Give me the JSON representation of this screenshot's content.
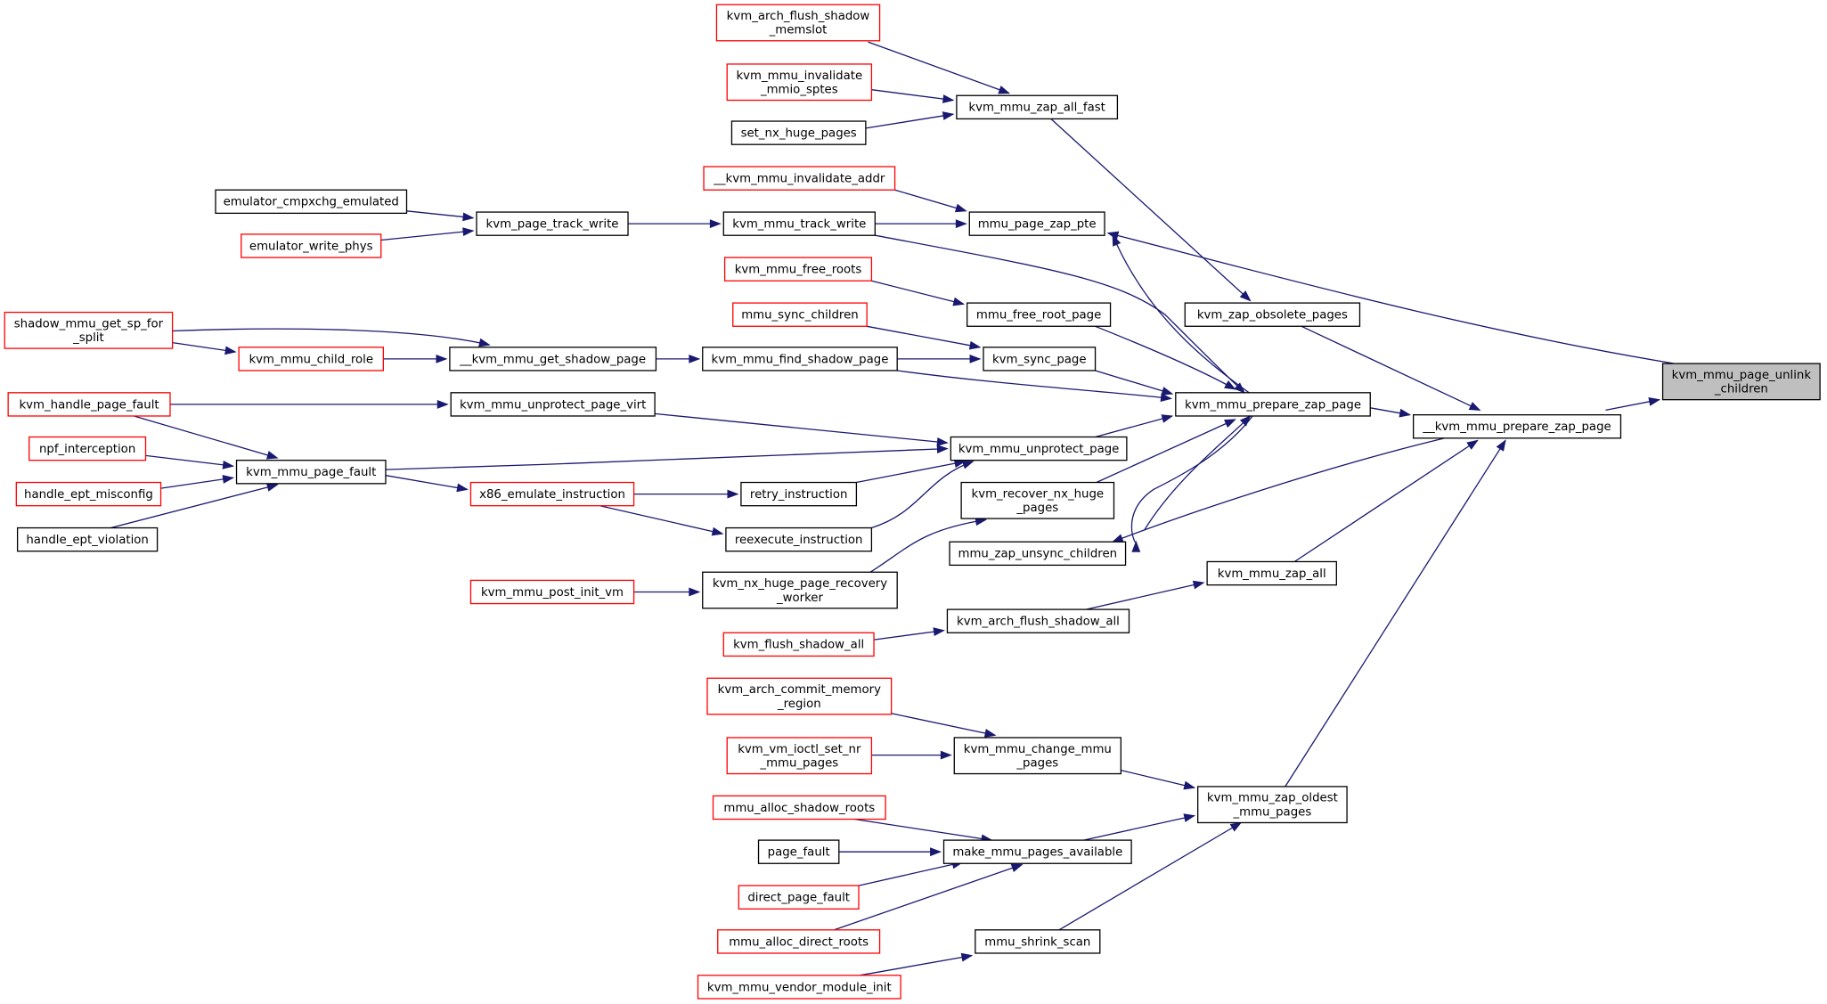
{
  "colors": {
    "edge": "#191970",
    "node_border": "#000000",
    "node_border_incomplete": "#ff0000",
    "root_fill": "#bfbfbf",
    "background": "#ffffff"
  },
  "nodes": [
    {
      "id": "root",
      "lines": [
        "kvm_mmu_page_unlink",
        "_children"
      ],
      "style": "root"
    },
    {
      "id": "prepare_zap_dunder",
      "lines": [
        "__kvm_mmu_prepare_zap_page"
      ],
      "style": "normal"
    },
    {
      "id": "prepare_zap",
      "lines": [
        "kvm_mmu_prepare_zap_page"
      ],
      "style": "normal"
    },
    {
      "id": "zap_obsolete",
      "lines": [
        "kvm_zap_obsolete_pages"
      ],
      "style": "normal"
    },
    {
      "id": "zap_all_fast",
      "lines": [
        "kvm_mmu_zap_all_fast"
      ],
      "style": "normal"
    },
    {
      "id": "flush_memslot",
      "lines": [
        "kvm_arch_flush_shadow",
        "_memslot"
      ],
      "style": "incomplete"
    },
    {
      "id": "invalidate_mmio",
      "lines": [
        "kvm_mmu_invalidate",
        "_mmio_sptes"
      ],
      "style": "incomplete"
    },
    {
      "id": "set_nx",
      "lines": [
        "set_nx_huge_pages"
      ],
      "style": "normal"
    },
    {
      "id": "invalidate_addr",
      "lines": [
        "__kvm_mmu_invalidate_addr"
      ],
      "style": "incomplete"
    },
    {
      "id": "zap_pte",
      "lines": [
        "mmu_page_zap_pte"
      ],
      "style": "normal"
    },
    {
      "id": "cmpxchg",
      "lines": [
        "emulator_cmpxchg_emulated"
      ],
      "style": "normal"
    },
    {
      "id": "track_write_page",
      "lines": [
        "kvm_page_track_write"
      ],
      "style": "normal"
    },
    {
      "id": "track_write_mmu",
      "lines": [
        "kvm_mmu_track_write"
      ],
      "style": "normal"
    },
    {
      "id": "write_phys",
      "lines": [
        "emulator_write_phys"
      ],
      "style": "incomplete"
    },
    {
      "id": "free_roots",
      "lines": [
        "kvm_mmu_free_roots"
      ],
      "style": "incomplete"
    },
    {
      "id": "free_root_page",
      "lines": [
        "mmu_free_root_page"
      ],
      "style": "normal"
    },
    {
      "id": "sync_children",
      "lines": [
        "mmu_sync_children"
      ],
      "style": "incomplete"
    },
    {
      "id": "sync_page",
      "lines": [
        "kvm_sync_page"
      ],
      "style": "normal"
    },
    {
      "id": "get_sp_split",
      "lines": [
        "shadow_mmu_get_sp_for",
        "_split"
      ],
      "style": "incomplete"
    },
    {
      "id": "child_role",
      "lines": [
        "kvm_mmu_child_role"
      ],
      "style": "incomplete"
    },
    {
      "id": "get_shadow",
      "lines": [
        "__kvm_mmu_get_shadow_page"
      ],
      "style": "normal"
    },
    {
      "id": "find_shadow",
      "lines": [
        "kvm_mmu_find_shadow_page"
      ],
      "style": "normal"
    },
    {
      "id": "handle_pf",
      "lines": [
        "kvm_handle_page_fault"
      ],
      "style": "incomplete"
    },
    {
      "id": "unprotect_virt",
      "lines": [
        "kvm_mmu_unprotect_page_virt"
      ],
      "style": "normal"
    },
    {
      "id": "unprotect",
      "lines": [
        "kvm_mmu_unprotect_page"
      ],
      "style": "normal"
    },
    {
      "id": "npf",
      "lines": [
        "npf_interception"
      ],
      "style": "incomplete"
    },
    {
      "id": "page_fault",
      "lines": [
        "kvm_mmu_page_fault"
      ],
      "style": "normal"
    },
    {
      "id": "ept_misconfig",
      "lines": [
        "handle_ept_misconfig"
      ],
      "style": "incomplete"
    },
    {
      "id": "ept_violation",
      "lines": [
        "handle_ept_violation"
      ],
      "style": "normal"
    },
    {
      "id": "x86_emulate",
      "lines": [
        "x86_emulate_instruction"
      ],
      "style": "incomplete"
    },
    {
      "id": "retry",
      "lines": [
        "retry_instruction"
      ],
      "style": "normal"
    },
    {
      "id": "reexecute",
      "lines": [
        "reexecute_instruction"
      ],
      "style": "normal"
    },
    {
      "id": "recover_nx",
      "lines": [
        "kvm_recover_nx_huge",
        "_pages"
      ],
      "style": "normal"
    },
    {
      "id": "zap_unsync",
      "lines": [
        "mmu_zap_unsync_children"
      ],
      "style": "normal"
    },
    {
      "id": "post_init",
      "lines": [
        "kvm_mmu_post_init_vm"
      ],
      "style": "incomplete"
    },
    {
      "id": "recovery_worker",
      "lines": [
        "kvm_nx_huge_page_recovery",
        "_worker"
      ],
      "style": "normal"
    },
    {
      "id": "zap_all",
      "lines": [
        "kvm_mmu_zap_all"
      ],
      "style": "normal"
    },
    {
      "id": "flush_shadow_all_arch",
      "lines": [
        "kvm_arch_flush_shadow_all"
      ],
      "style": "normal"
    },
    {
      "id": "flush_shadow_all",
      "lines": [
        "kvm_flush_shadow_all"
      ],
      "style": "incomplete"
    },
    {
      "id": "commit_region",
      "lines": [
        "kvm_arch_commit_memory",
        "_region"
      ],
      "style": "incomplete"
    },
    {
      "id": "change_mmu",
      "lines": [
        "kvm_mmu_change_mmu",
        "_pages"
      ],
      "style": "normal"
    },
    {
      "id": "ioctl_nr",
      "lines": [
        "kvm_vm_ioctl_set_nr",
        "_mmu_pages"
      ],
      "style": "incomplete"
    },
    {
      "id": "zap_oldest",
      "lines": [
        "kvm_mmu_zap_oldest",
        "_mmu_pages"
      ],
      "style": "normal"
    },
    {
      "id": "alloc_shadow_roots",
      "lines": [
        "mmu_alloc_shadow_roots"
      ],
      "style": "incomplete"
    },
    {
      "id": "pf_plain",
      "lines": [
        "page_fault"
      ],
      "style": "normal"
    },
    {
      "id": "make_available",
      "lines": [
        "make_mmu_pages_available"
      ],
      "style": "normal"
    },
    {
      "id": "direct_pf",
      "lines": [
        "direct_page_fault"
      ],
      "style": "incomplete"
    },
    {
      "id": "alloc_direct_roots",
      "lines": [
        "mmu_alloc_direct_roots"
      ],
      "style": "incomplete"
    },
    {
      "id": "shrink_scan",
      "lines": [
        "mmu_shrink_scan"
      ],
      "style": "normal"
    },
    {
      "id": "vendor_init",
      "lines": [
        "kvm_mmu_vendor_module_init"
      ],
      "style": "incomplete"
    }
  ]
}
